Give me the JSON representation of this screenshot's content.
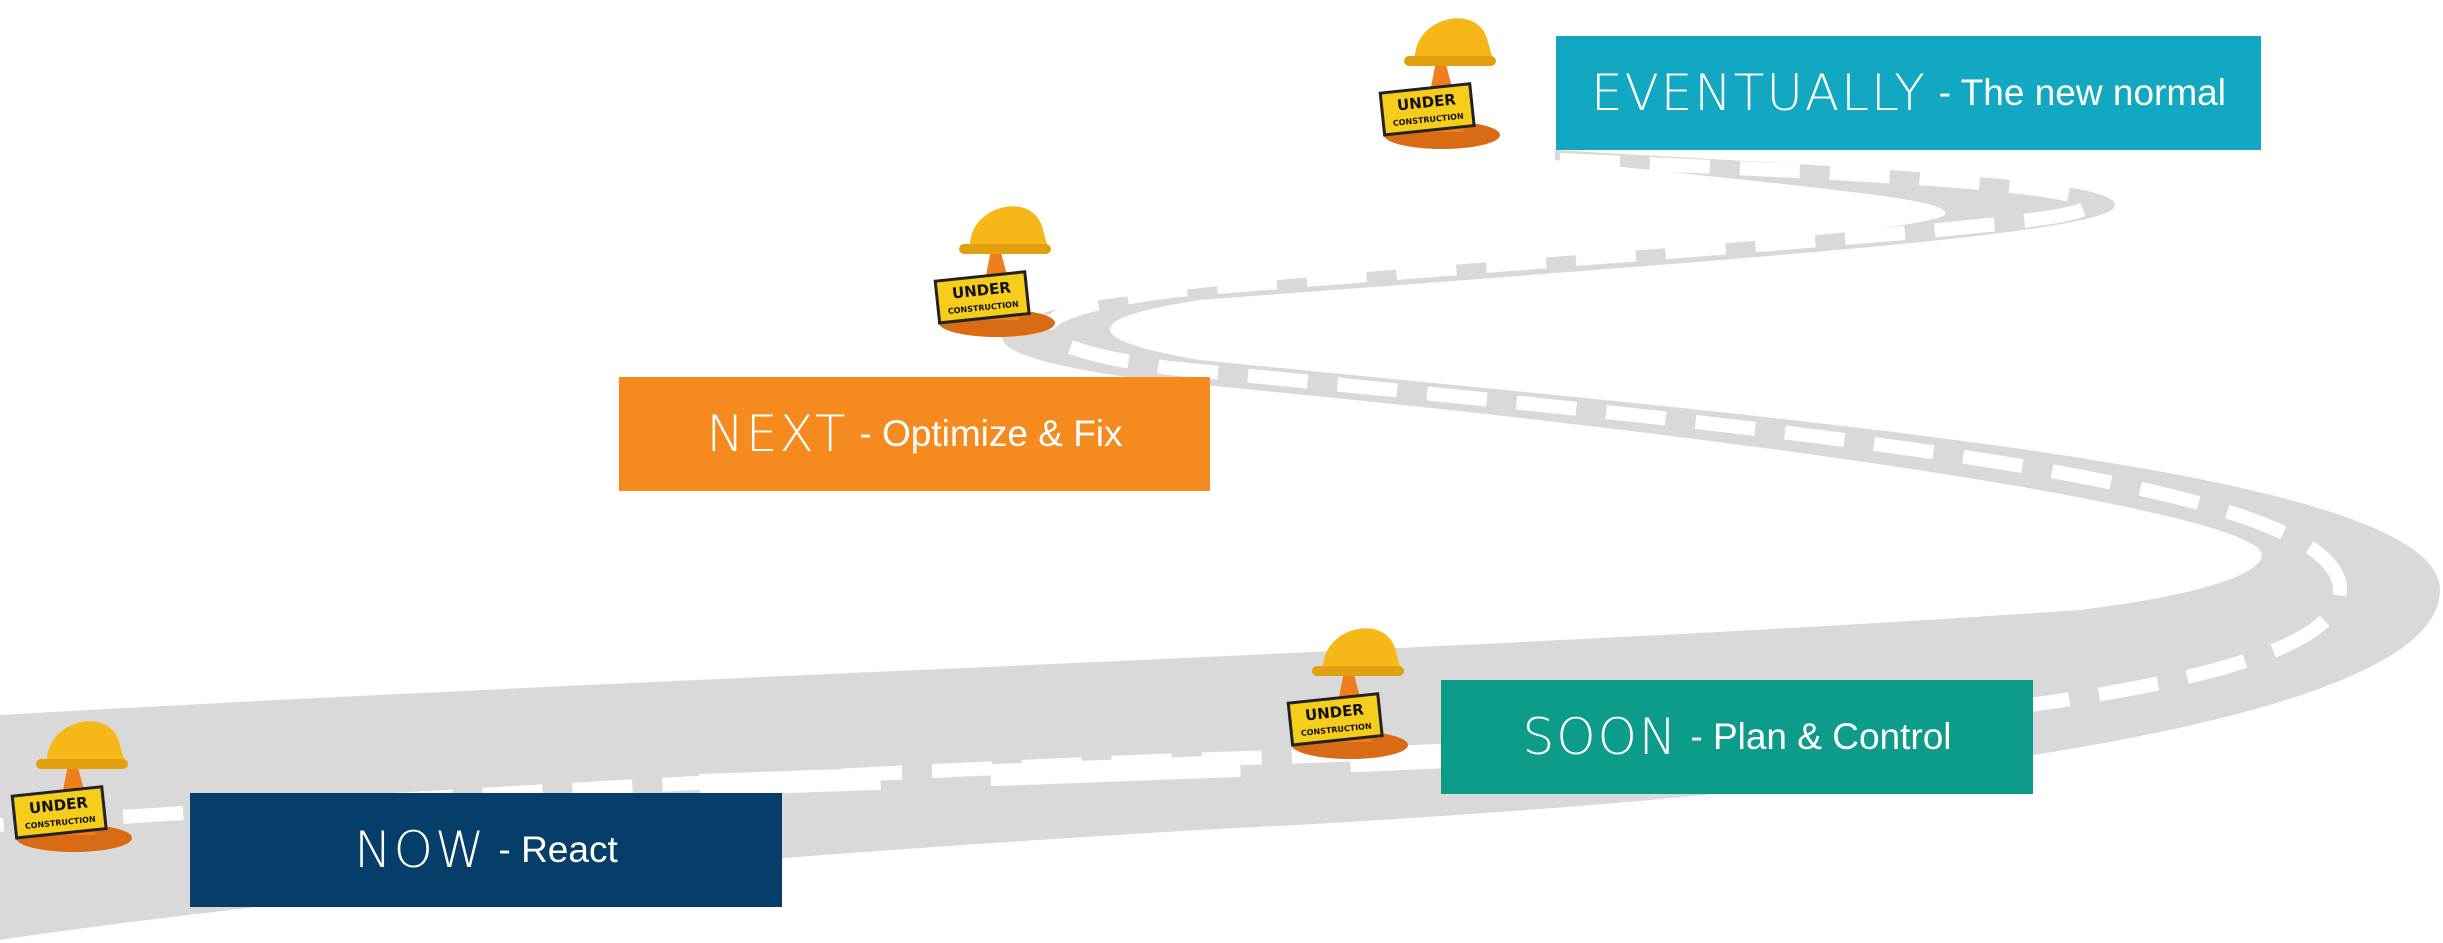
{
  "colors": {
    "road": "#d9d9d9",
    "dash": "#ffffff",
    "eventually": "#12a8c2",
    "next": "#f58a1f",
    "soon": "#0e9c8a",
    "now": "#053e68",
    "helmet": "#f6b818",
    "cone": "#f07d1e",
    "sign": "#f5cd1a"
  },
  "milestones": [
    {
      "title": "EVENTUALLY",
      "subtitle": "- The new normal",
      "icon": "under-construction-sign-icon"
    },
    {
      "title": "NEXT",
      "subtitle": "- Optimize & Fix",
      "icon": "under-construction-sign-icon"
    },
    {
      "title": "SOON",
      "subtitle": "- Plan & Control",
      "icon": "under-construction-sign-icon"
    },
    {
      "title": "NOW",
      "subtitle": "- React",
      "icon": "under-construction-sign-icon"
    }
  ],
  "sign_text": {
    "line1": "UNDER",
    "line2": "CONSTRUCTION"
  }
}
